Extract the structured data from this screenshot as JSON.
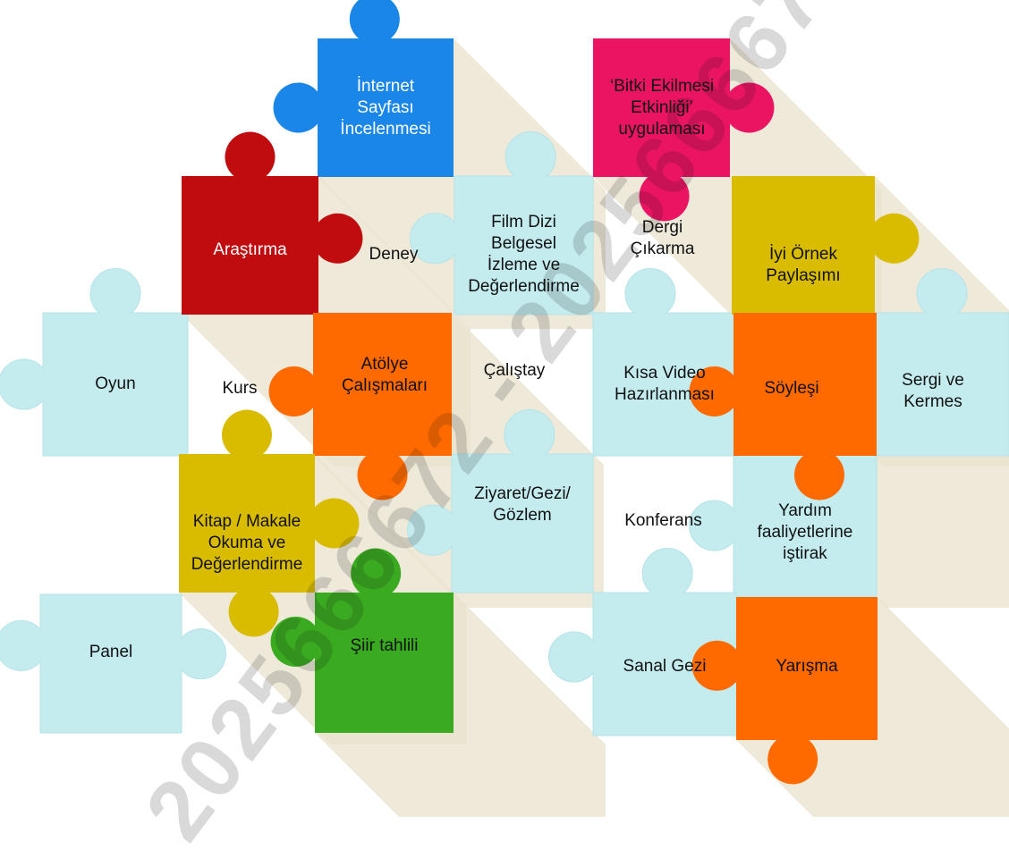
{
  "colors": {
    "cyan": "#c4ecef",
    "blue": "#1a86e8",
    "pink": "#ea1463",
    "red": "#c00b0f",
    "orange": "#ff6a00",
    "yellow": "#d9bc00",
    "green": "#3aaa20",
    "shadow": "#eae2ce"
  },
  "pieces": {
    "internet": {
      "lines": [
        "İnternet",
        "Sayfası",
        "İncelenmesi"
      ],
      "color": "blue",
      "text_color": "white"
    },
    "bitki": {
      "lines": [
        "‘Bitki Ekilmesi",
        "Etkinliği’",
        "uygulaması"
      ],
      "color": "pink",
      "text_color": "dark"
    },
    "arastirma": {
      "lines": [
        "Araştırma"
      ],
      "color": "red",
      "text_color": "white"
    },
    "deney": {
      "lines": [
        "Deney"
      ],
      "color": "none",
      "text_color": "dark"
    },
    "film": {
      "lines": [
        "Film Dizi",
        "Belgesel",
        "İzleme ve",
        "Değerlendirme"
      ],
      "color": "cyan",
      "text_color": "dark"
    },
    "dergi": {
      "lines": [
        "Dergi",
        "Çıkarma"
      ],
      "color": "none",
      "text_color": "dark"
    },
    "iyi_ornek": {
      "lines": [
        "İyi Örnek",
        "Paylaşımı"
      ],
      "color": "yellow",
      "text_color": "dark"
    },
    "oyun": {
      "lines": [
        "Oyun"
      ],
      "color": "cyan",
      "text_color": "dark"
    },
    "kurs": {
      "lines": [
        "Kurs"
      ],
      "color": "none",
      "text_color": "dark"
    },
    "atolye": {
      "lines": [
        "Atölye",
        "Çalışmaları"
      ],
      "color": "orange",
      "text_color": "dark"
    },
    "calistay": {
      "lines": [
        "Çalıştay"
      ],
      "color": "none",
      "text_color": "dark"
    },
    "kisa_video": {
      "lines": [
        "Kısa Video",
        "Hazırlanması"
      ],
      "color": "cyan",
      "text_color": "dark"
    },
    "soylesi": {
      "lines": [
        "Söyleşi"
      ],
      "color": "orange",
      "text_color": "dark"
    },
    "sergi": {
      "lines": [
        "Sergi ve",
        "Kermes"
      ],
      "color": "cyan",
      "text_color": "dark"
    },
    "kitap": {
      "lines": [
        "Kitap / Makale",
        "Okuma ve",
        "Değerlendirme"
      ],
      "color": "yellow",
      "text_color": "dark"
    },
    "ziyaret": {
      "lines": [
        "Ziyaret/Gezi/",
        "Gözlem"
      ],
      "color": "cyan",
      "text_color": "dark"
    },
    "konferans": {
      "lines": [
        "Konferans"
      ],
      "color": "none",
      "text_color": "dark"
    },
    "yardim": {
      "lines": [
        "Yardım",
        "faaliyetlerine",
        "iştirak"
      ],
      "color": "cyan",
      "text_color": "dark"
    },
    "panel": {
      "lines": [
        "Panel"
      ],
      "color": "cyan",
      "text_color": "dark"
    },
    "siir": {
      "lines": [
        "Şiir tahlili"
      ],
      "color": "green",
      "text_color": "dark"
    },
    "sanal_gezi": {
      "lines": [
        "Sanal Gezi"
      ],
      "color": "cyan",
      "text_color": "dark"
    },
    "yarisma": {
      "lines": [
        "Yarışma"
      ],
      "color": "orange",
      "text_color": "dark"
    }
  },
  "watermark": "2025666672 - 2025666672"
}
